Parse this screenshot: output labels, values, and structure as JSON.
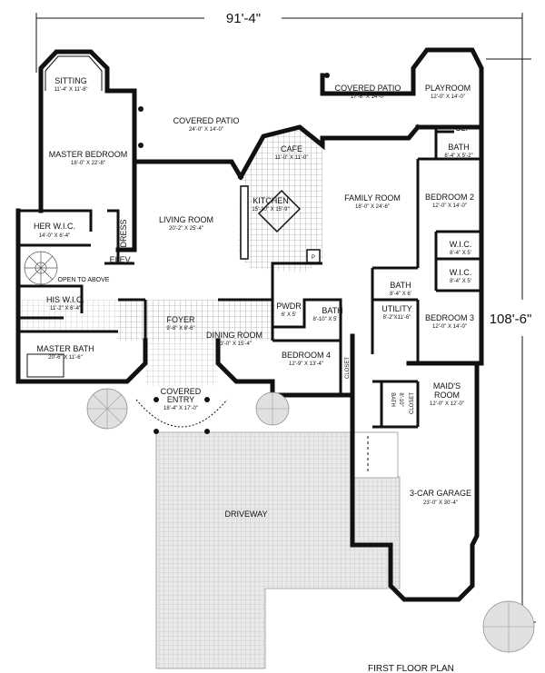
{
  "overall_width": "91'-4\"",
  "overall_depth": "108'-6\"",
  "floor_plan_title": "FIRST FLOOR PLAN",
  "rooms": [
    {
      "id": "sitting",
      "label": "SITTING",
      "dim": "11'-4\" X 11'-8\""
    },
    {
      "id": "covered-patio-1",
      "label": "COVERED PATIO",
      "dim": "24'-0\" X 14'-0\""
    },
    {
      "id": "covered-patio-2",
      "label": "COVERED PATIO",
      "dim": "17'-8\" X 14'-0\""
    },
    {
      "id": "playroom",
      "label": "PLAYROOM",
      "dim": "12'-0\" X 14'-0\""
    },
    {
      "id": "cl",
      "label": "CL.",
      "dim": ""
    },
    {
      "id": "master-bedroom",
      "label": "MASTER BEDROOM",
      "dim": "18'-0\" X 22'-8\""
    },
    {
      "id": "cafe",
      "label": "CAFE",
      "dim": "11'-0\" X 11'-0\""
    },
    {
      "id": "bath-1",
      "label": "BATH",
      "dim": "8'-4\" X 5'-2\""
    },
    {
      "id": "kitchen",
      "label": "KITCHEN",
      "dim": "15'-10\" X 15'-9\""
    },
    {
      "id": "family-room",
      "label": "FAMILY ROOM",
      "dim": "18'-0\" X 24'-6\""
    },
    {
      "id": "bedroom-2",
      "label": "BEDROOM 2",
      "dim": "12'-0\" X 14'-0\""
    },
    {
      "id": "her-wic",
      "label": "HER W.I.C.",
      "dim": "14'-0\" X 6'-4\""
    },
    {
      "id": "dress",
      "label": "DRESS",
      "dim": ""
    },
    {
      "id": "living-room",
      "label": "LIVING ROOM",
      "dim": "20'-2\" X 25'-4\""
    },
    {
      "id": "wic-1",
      "label": "W.I.C.",
      "dim": "8'-4\" X 5'"
    },
    {
      "id": "elev",
      "label": "ELEV.",
      "dim": ""
    },
    {
      "id": "wic-2",
      "label": "W.I.C.",
      "dim": "8'-4\" X 5'"
    },
    {
      "id": "open-to-above",
      "label": "OPEN TO ABOVE",
      "dim": ""
    },
    {
      "id": "bath-2",
      "label": "BATH",
      "dim": "8'-4\" X 6'"
    },
    {
      "id": "his-wic",
      "label": "HIS W.I.C.",
      "dim": "11'-2\" X 6'-4\""
    },
    {
      "id": "pwdr",
      "label": "PWDR",
      "dim": "6' X 5'"
    },
    {
      "id": "bath-3",
      "label": "BATH",
      "dim": "8'-10\" X 5'"
    },
    {
      "id": "utility",
      "label": "UTILITY",
      "dim": "8'-2\"X11'-6\""
    },
    {
      "id": "foyer",
      "label": "FOYER",
      "dim": "9'-8\" X 8'-6\""
    },
    {
      "id": "bedroom-3",
      "label": "BEDROOM 3",
      "dim": "12'-0\" X 14'-0\""
    },
    {
      "id": "dining-room",
      "label": "DINING ROOM",
      "dim": "13'-0\" X 15'-4\""
    },
    {
      "id": "master-bath",
      "label": "MASTER BATH",
      "dim": "20'-6\" X 11'-6\""
    },
    {
      "id": "bedroom-4",
      "label": "BEDROOM 4",
      "dim": "12'-9\" X 13'-4\""
    },
    {
      "id": "closet-1",
      "label": "CLOSET",
      "dim": ""
    },
    {
      "id": "maids-room",
      "label": "MAID'S",
      "dim": "ROOM"
    },
    {
      "id": "maids-room-dim",
      "label": "",
      "dim": "12'-0\" X 12'-0\""
    },
    {
      "id": "covered-entry",
      "label": "COVERED",
      "dim": "ENTRY"
    },
    {
      "id": "covered-entry-dim",
      "label": "",
      "dim": "18'-4\" X 17'-0\""
    },
    {
      "id": "bath-4",
      "label": "BATH",
      "dim": "8'-10\""
    },
    {
      "id": "closet-2",
      "label": "CLOSET",
      "dim": ""
    },
    {
      "id": "garage",
      "label": "3-CAR GARAGE",
      "dim": "23'-0\" X 30'-4\""
    },
    {
      "id": "driveway",
      "label": "DRIVEWAY",
      "dim": ""
    }
  ],
  "fixture_labels": {
    "pantry": "P"
  }
}
